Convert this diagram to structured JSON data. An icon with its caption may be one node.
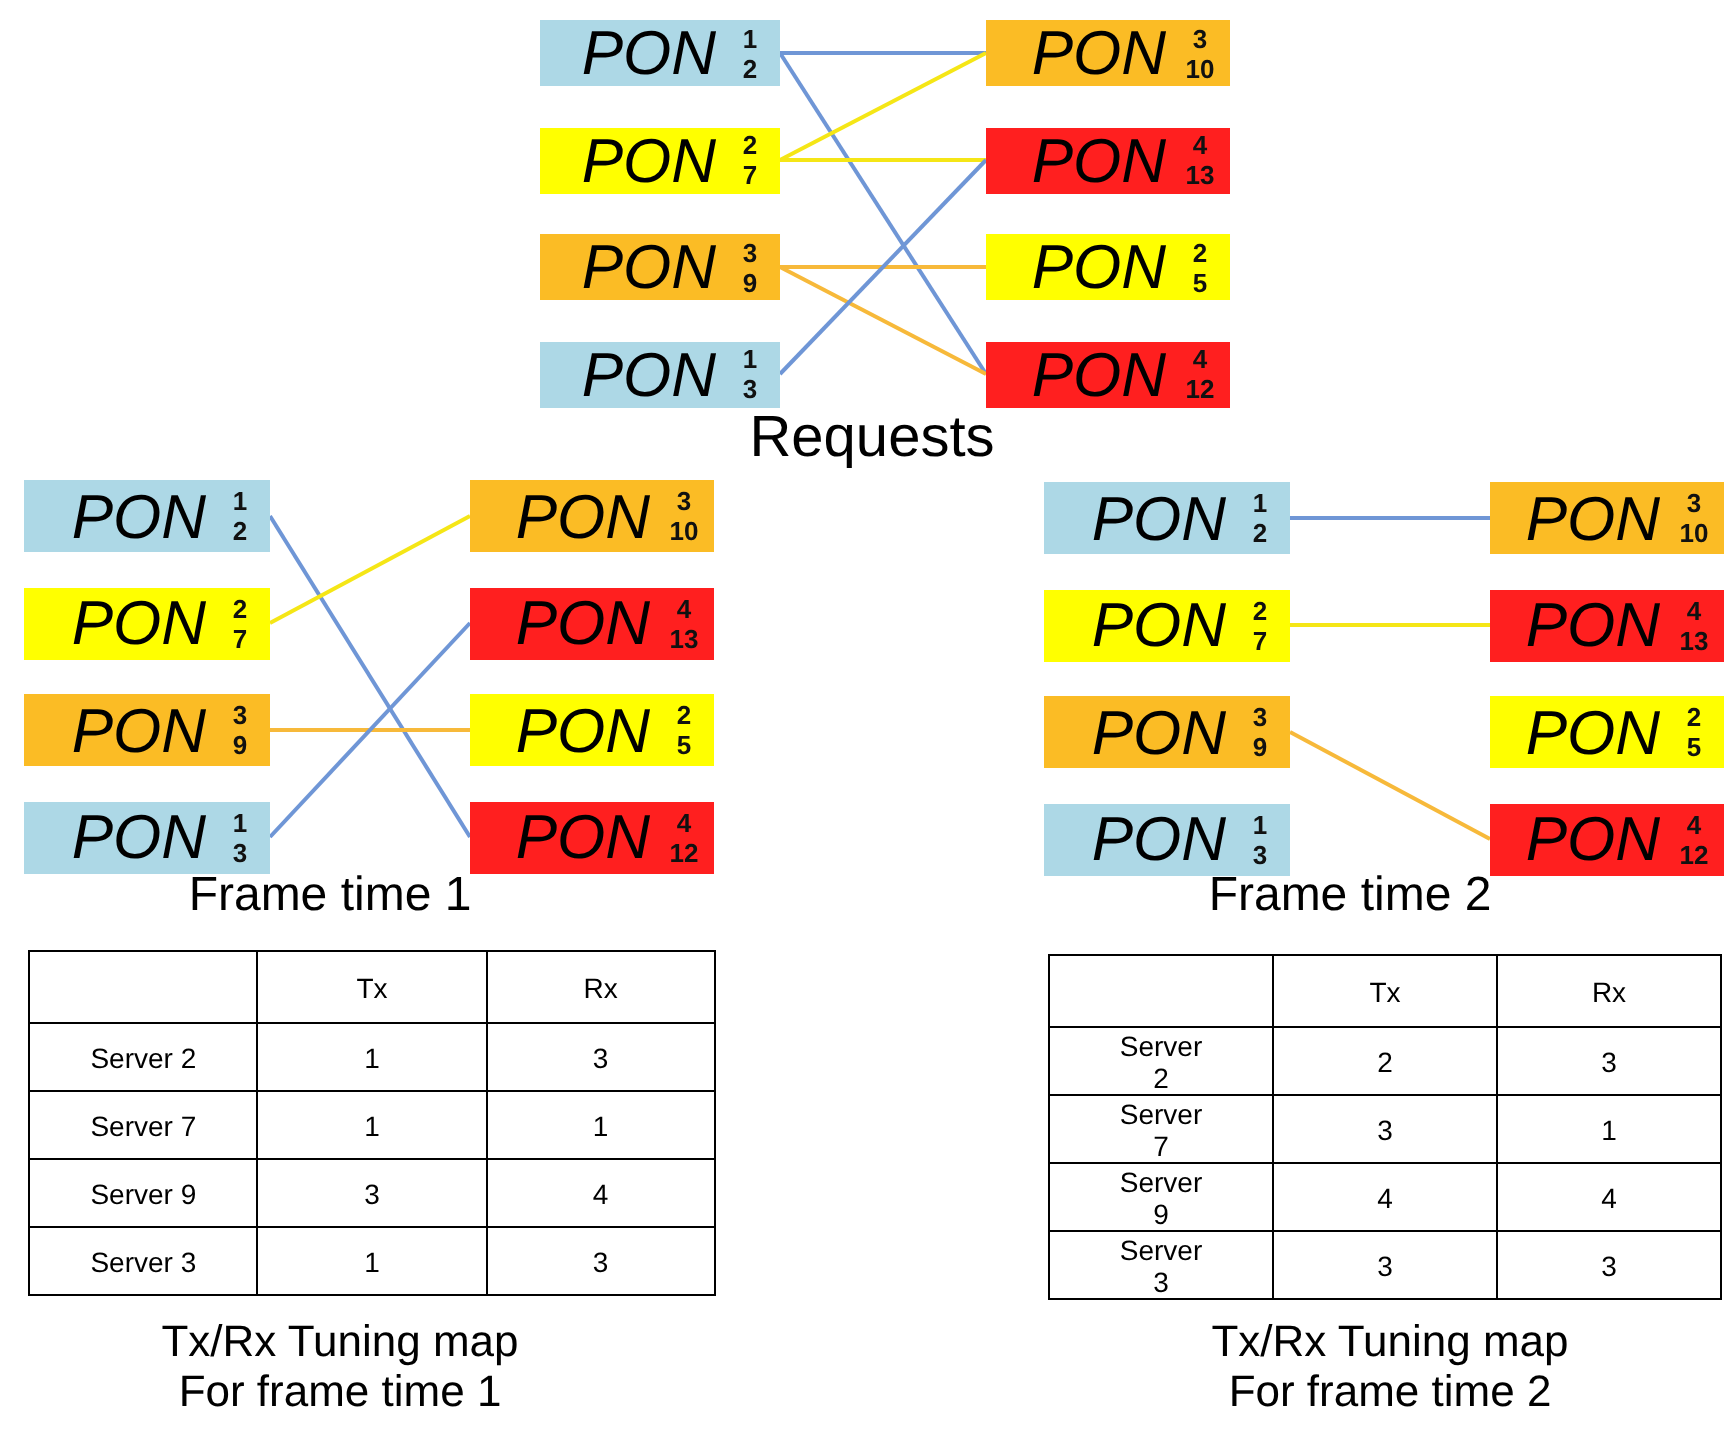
{
  "diagram": {
    "nodes": [
      {
        "text": [
          "PON",
          "1",
          "2"
        ]
      },
      {
        "text": [
          "PON",
          "2",
          "7"
        ]
      },
      {
        "text": [
          "PON",
          "3",
          "9"
        ]
      },
      {
        "text": [
          "PON",
          "1",
          "3"
        ]
      },
      {
        "text": [
          "PON",
          "3",
          "10"
        ]
      },
      {
        "text": [
          "PON",
          "4",
          "13"
        ]
      },
      {
        "text": [
          "PON",
          "2",
          "5"
        ]
      },
      {
        "text": [
          "PON",
          "4",
          "12"
        ]
      },
      {
        "text": [
          "PON",
          "1",
          "2"
        ]
      },
      {
        "text": [
          "PON",
          "2",
          "7"
        ]
      },
      {
        "text": [
          "PON",
          "3",
          "9"
        ]
      },
      {
        "text": [
          "PON",
          "1",
          "3"
        ]
      },
      {
        "text": [
          "PON",
          "3",
          "10"
        ]
      },
      {
        "text": [
          "PON",
          "4",
          "13"
        ]
      },
      {
        "text": [
          "PON",
          "2",
          "5"
        ]
      },
      {
        "text": [
          "PON",
          "4",
          "12"
        ]
      },
      {
        "text": [
          "PON",
          "1",
          "2"
        ]
      },
      {
        "text": [
          "PON",
          "2",
          "7"
        ]
      },
      {
        "text": [
          "PON",
          "3",
          "9"
        ]
      },
      {
        "text": [
          "PON",
          "1",
          "3"
        ]
      },
      {
        "text": [
          "PON",
          "3",
          "10"
        ]
      },
      {
        "text": [
          "PON",
          "4",
          "13"
        ]
      },
      {
        "text": [
          "PON",
          "2",
          "5"
        ]
      },
      {
        "text": [
          "PON",
          "4",
          "12"
        ]
      }
    ],
    "edges": [
      {
        "from": 0,
        "to": 4,
        "arrow": "none"
      },
      {
        "from": 0,
        "to": 7,
        "arrow": "none"
      },
      {
        "from": 1,
        "to": 4,
        "arrow": "none",
        "color": "#f5e616"
      },
      {
        "from": 1,
        "to": 5,
        "arrow": "none",
        "color": "#f5e616"
      },
      {
        "from": 2,
        "to": 6,
        "arrow": "none",
        "color": "#f7b93a"
      },
      {
        "from": 2,
        "to": 7,
        "arrow": "none",
        "color": "#f7b93a"
      },
      {
        "from": 3,
        "to": 5,
        "arrow": "none"
      },
      {
        "from": 8,
        "to": 15,
        "arrow": "none"
      },
      {
        "from": 9,
        "to": 12,
        "arrow": "none",
        "color": "#f5e616"
      },
      {
        "from": 10,
        "to": 14,
        "arrow": "none",
        "color": "#f7b93a"
      },
      {
        "from": 11,
        "to": 13,
        "arrow": "none"
      },
      {
        "from": 16,
        "to": 20,
        "arrow": "none"
      },
      {
        "from": 17,
        "to": 21,
        "arrow": "none",
        "color": "#f5e616"
      },
      {
        "from": 18,
        "to": 23,
        "arrow": "none",
        "color": "#f7b93a"
      }
    ],
    "labels": [
      "Requests",
      "Frame time 1",
      "Frame time 2",
      "Tx",
      "Rx",
      "Server 2",
      "1",
      "3",
      "Server 7",
      "1",
      "1",
      "Server 9",
      "3",
      "4",
      "Server 3",
      "1",
      "3",
      "Tx/Rx Tuning map For frame time 1",
      "Tx",
      "Rx",
      "Server 2",
      "2",
      "3",
      "Server 7",
      "3",
      "1",
      "Server 9",
      "4",
      "4",
      "Server 3",
      "3",
      "3",
      "Tx/Rx Tuning map For frame time 2"
    ]
  }
}
